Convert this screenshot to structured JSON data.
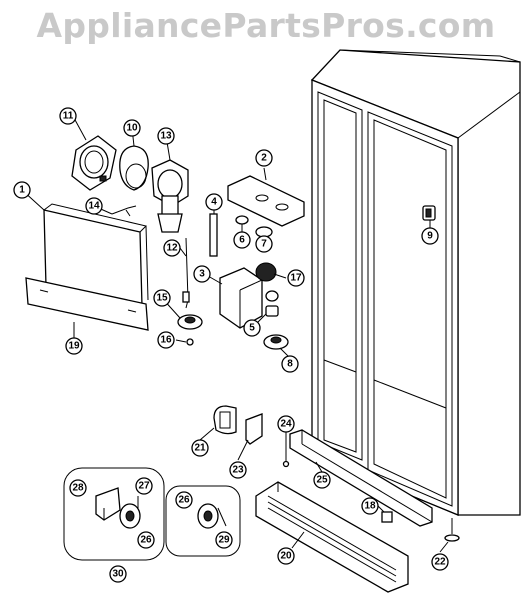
{
  "watermark": "AppliancePartsPros.com",
  "callouts": [
    {
      "id": "c1",
      "label": "1"
    },
    {
      "id": "c2",
      "label": "2"
    },
    {
      "id": "c3",
      "label": "3"
    },
    {
      "id": "c4",
      "label": "4"
    },
    {
      "id": "c5",
      "label": "5"
    },
    {
      "id": "c6",
      "label": "6"
    },
    {
      "id": "c7",
      "label": "7"
    },
    {
      "id": "c8",
      "label": "8"
    },
    {
      "id": "c9",
      "label": "9"
    },
    {
      "id": "c10",
      "label": "10"
    },
    {
      "id": "c11",
      "label": "11"
    },
    {
      "id": "c12",
      "label": "12"
    },
    {
      "id": "c13",
      "label": "13"
    },
    {
      "id": "c14",
      "label": "14"
    },
    {
      "id": "c15",
      "label": "15"
    },
    {
      "id": "c16",
      "label": "16"
    },
    {
      "id": "c17",
      "label": "17"
    },
    {
      "id": "c18",
      "label": "18"
    },
    {
      "id": "c19",
      "label": "19"
    },
    {
      "id": "c20",
      "label": "20"
    },
    {
      "id": "c21",
      "label": "21"
    },
    {
      "id": "c22",
      "label": "22"
    },
    {
      "id": "c23",
      "label": "23"
    },
    {
      "id": "c24",
      "label": "24"
    },
    {
      "id": "c25",
      "label": "25"
    },
    {
      "id": "c26a",
      "label": "26"
    },
    {
      "id": "c26b",
      "label": "26"
    },
    {
      "id": "c27",
      "label": "27"
    },
    {
      "id": "c28",
      "label": "28"
    },
    {
      "id": "c29",
      "label": "29"
    },
    {
      "id": "c30",
      "label": "30"
    }
  ]
}
